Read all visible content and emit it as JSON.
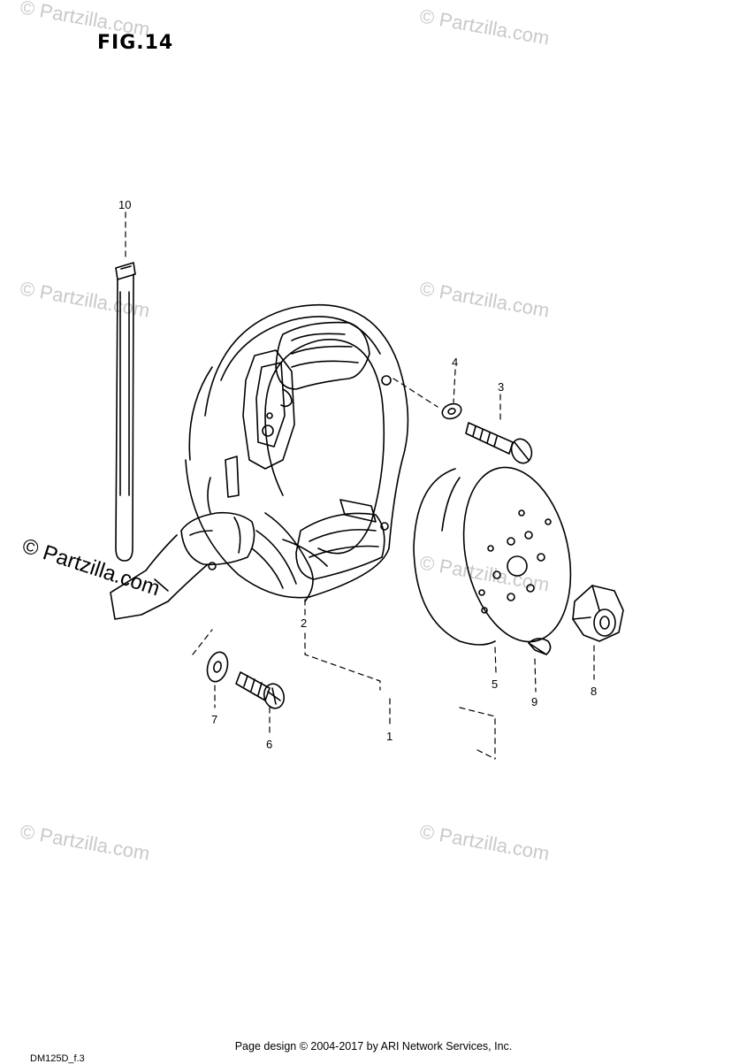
{
  "figure": {
    "title": "FIG.14"
  },
  "callouts": {
    "c1": "1",
    "c2": "2",
    "c3": "3",
    "c4": "4",
    "c5": "5",
    "c6": "6",
    "c7": "7",
    "c8": "8",
    "c9": "9",
    "c10": "10"
  },
  "watermarks": {
    "text": "© Partzilla.com"
  },
  "footer": {
    "text": "Page design © 2004-2017 by ARI Network Services, Inc.",
    "code": "DM125D_f.3"
  }
}
